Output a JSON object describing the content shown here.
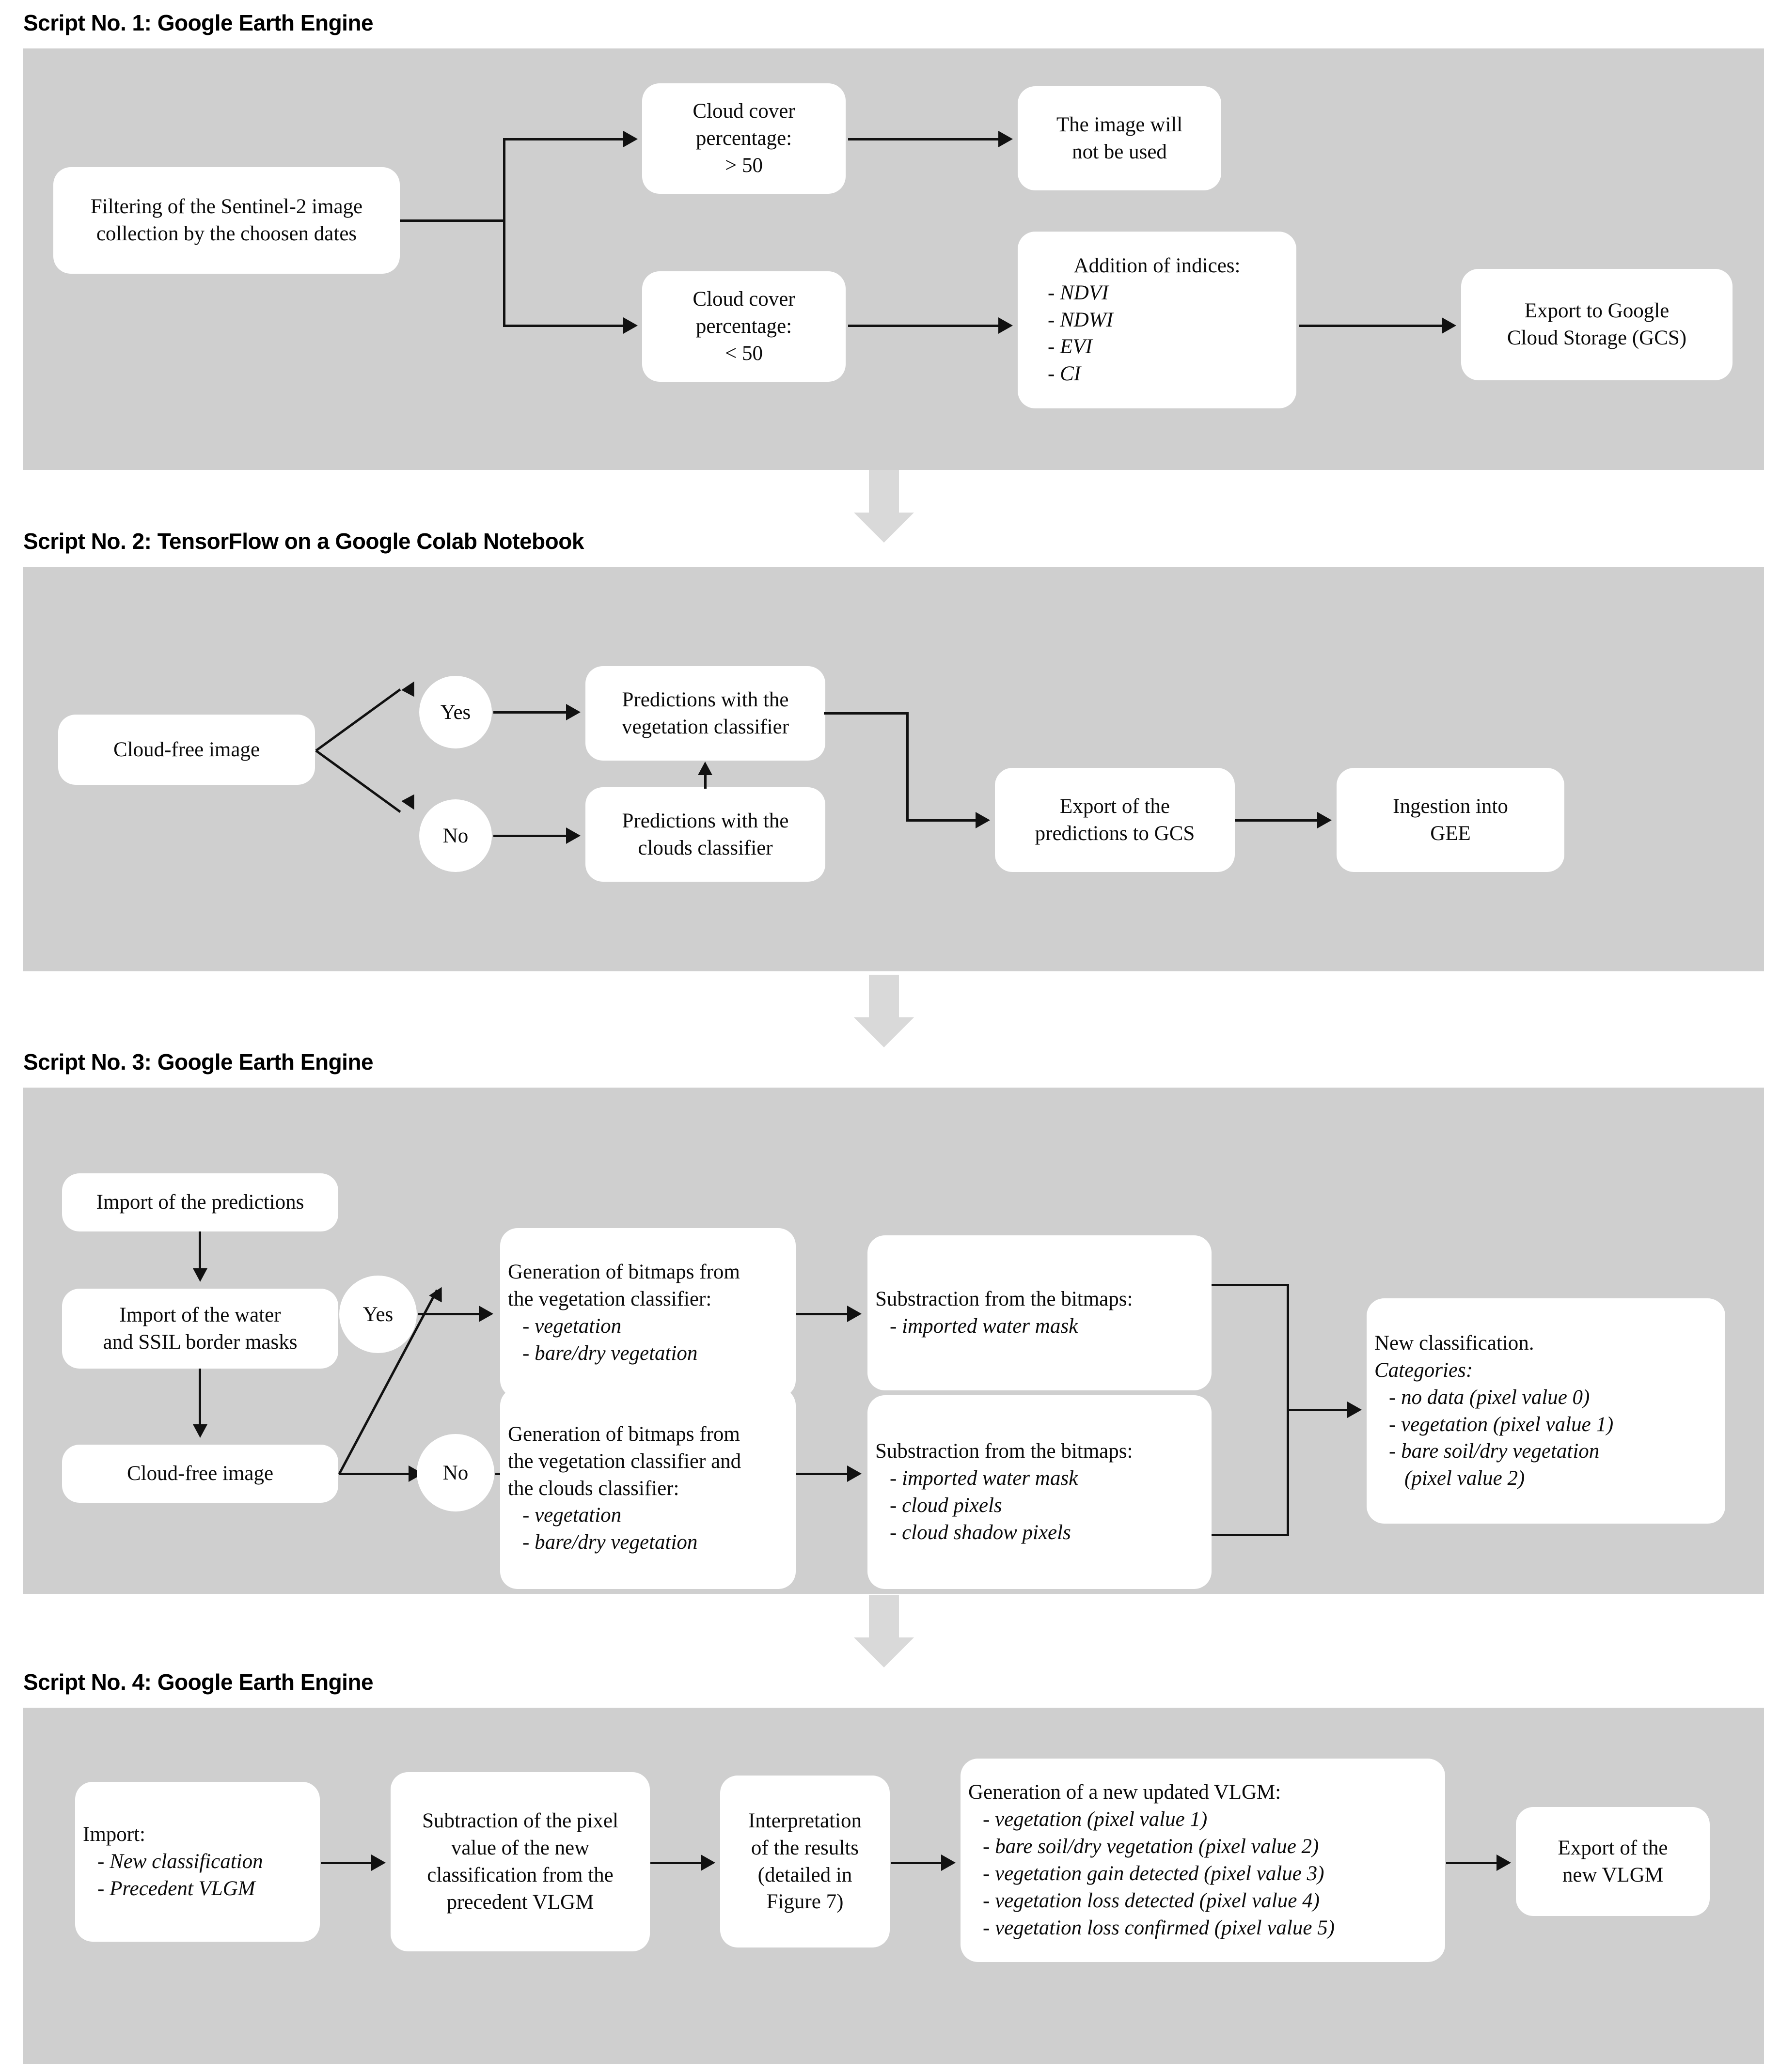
{
  "sections": [
    {
      "title": "Script No. 1: Google Earth Engine",
      "nodes": {
        "filtering": "Filtering of the Sentinel-2 image\ncollection by the choosen dates",
        "cloud_high": "Cloud cover\npercentage:\n> 50",
        "cloud_low": "Cloud cover\npercentage:\n< 50",
        "not_used": "The image will\nnot be used",
        "indices_title": "Addition of indices:",
        "indices": [
          "NDVI",
          "NDWI",
          "EVI",
          "CI"
        ],
        "export_gcs": "Export to Google\nCloud Storage (GCS)"
      }
    },
    {
      "title": "Script No. 2: TensorFlow on a Google Colab Notebook",
      "nodes": {
        "cloud_free": "Cloud-free image",
        "yes": "Yes",
        "no": "No",
        "pred_veg": "Predictions with the\nvegetation classifier",
        "pred_clouds": "Predictions with the\nclouds classifier",
        "export_preds": "Export of the\npredictions to GCS",
        "ingestion": "Ingestion into\nGEE"
      }
    },
    {
      "title": "Script No. 3: Google Earth Engine",
      "nodes": {
        "import_preds": "Import of the predictions",
        "import_masks": "Import of the water\nand SSIL border masks",
        "cloud_free": "Cloud-free image",
        "yes": "Yes",
        "no": "No",
        "gen_veg_title": "Generation of bitmaps from\nthe vegetation classifier:",
        "gen_veg_items": [
          "vegetation",
          "bare/dry vegetation"
        ],
        "gen_both_title": "Generation of bitmaps from\nthe vegetation classifier and\nthe clouds classifier:",
        "gen_both_items": [
          "vegetation",
          "bare/dry vegetation"
        ],
        "sub_top_title": "Substraction from the bitmaps:",
        "sub_top_items": [
          "imported water mask"
        ],
        "sub_bot_title": "Substraction from the bitmaps:",
        "sub_bot_items": [
          "imported water mask",
          "cloud pixels",
          "cloud shadow pixels"
        ],
        "newclass_title": "New classification.",
        "newclass_sub": "Categories:",
        "newclass_items": [
          "no data (pixel value 0)",
          "vegetation (pixel value 1)",
          "bare soil/dry vegetation"
        ],
        "newclass_cont": "(pixel value 2)"
      }
    },
    {
      "title": "Script No. 4: Google Earth Engine",
      "nodes": {
        "import_title": "Import:",
        "import_items": [
          "New classification",
          "Precedent VLGM"
        ],
        "subtraction": "Subtraction of the pixel\nvalue of the new\nclassification from the\nprecedent VLGM",
        "interpretation": "Interpretation\nof the results\n(detailed in\nFigure 7)",
        "gen_title": "Generation of a new updated VLGM:",
        "gen_items": [
          "vegetation (pixel value 1)",
          "bare soil/dry vegetation (pixel value 2)",
          "vegetation gain detected (pixel value 3)",
          "vegetation loss detected (pixel value 4)",
          "vegetation loss confirmed (pixel value 5)"
        ],
        "export_vlgm": "Export of the\nnew VLGM"
      }
    }
  ],
  "colors": {
    "panel_bg": "#cfcfcf",
    "node_bg": "#ffffff",
    "connector": "#111111",
    "big_arrow": "#d9d9d9",
    "page_bg": "#ffffff"
  }
}
